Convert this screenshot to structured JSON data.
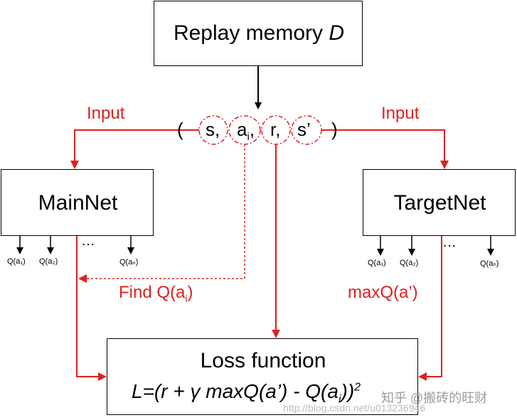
{
  "replay_memory": {
    "label": "Replay memory ",
    "var": "D"
  },
  "tuple": {
    "open": "(",
    "s": "s,",
    "a": "a",
    "a_sub": "i",
    "a_comma": ",",
    "r": "r,",
    "s_prime": "s’",
    "close": ")"
  },
  "input_left": "Input",
  "input_right": "Input",
  "main_net": "MainNet",
  "target_net": "TargetNet",
  "q_labels": [
    "Q(a₁)",
    "Q(a₂)",
    "Q(aₙ)"
  ],
  "ellipsis": "…",
  "find_q": {
    "text": "Find Q(a",
    "sub": "i",
    "end": ")"
  },
  "max_q": "maxQ(a’)",
  "loss": {
    "title": "Loss function",
    "formula_pre": "L=(r + γ maxQ(a’) - Q(a",
    "formula_sub": "i",
    "formula_post": "))",
    "formula_sup": "2"
  },
  "watermark": {
    "zhihu": "知乎 @搬砖的旺财",
    "url": "http://blog.csdn.net/u013236946"
  },
  "colors": {
    "red": "#e02020",
    "black": "#000000"
  }
}
